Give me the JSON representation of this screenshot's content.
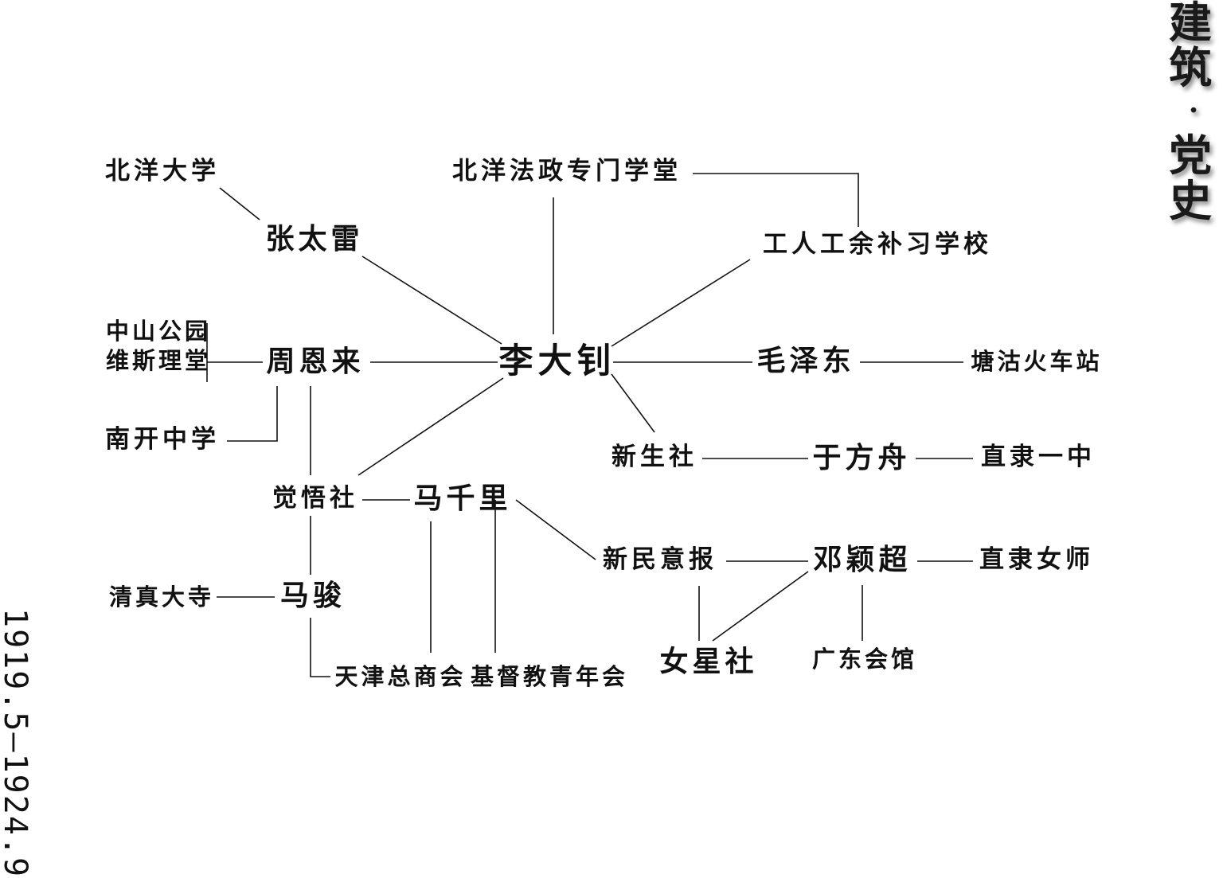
{
  "title": {
    "line1": "建筑",
    "separator": "·",
    "line2": "党史"
  },
  "date_range": "1919.5—1924.9",
  "nodes": {
    "li_dazhao": "李大钊",
    "zhou_enlai": "周恩来",
    "zhang_tailei": "张太雷",
    "mao_zedong": "毛泽东",
    "ma_qianli": "马千里",
    "ma_jun": "马骏",
    "deng_yingchao": "邓颖超",
    "yu_fangzhou": "于方舟",
    "beiyang_univ": "北洋大学",
    "beiyang_law": "北洋法政专门学堂",
    "worker_school": "工人工余补习学校",
    "zhongshan_park": "中山公园",
    "weisili_hall": "维斯理堂",
    "nankai": "南开中学",
    "juewu_she": "觉悟社",
    "qingzhen_temple": "清真大寺",
    "tianjin_chamber": "天津总商会",
    "ymca": "基督教青年会",
    "tanggu_station": "塘沽火车站",
    "xinsheng_she": "新生社",
    "zhili_yizhong": "直隶一中",
    "xinmin_yibao": "新民意报",
    "zhili_nvshi": "直隶女师",
    "nvxing_she": "女星社",
    "guangdong_hall": "广东会馆"
  }
}
